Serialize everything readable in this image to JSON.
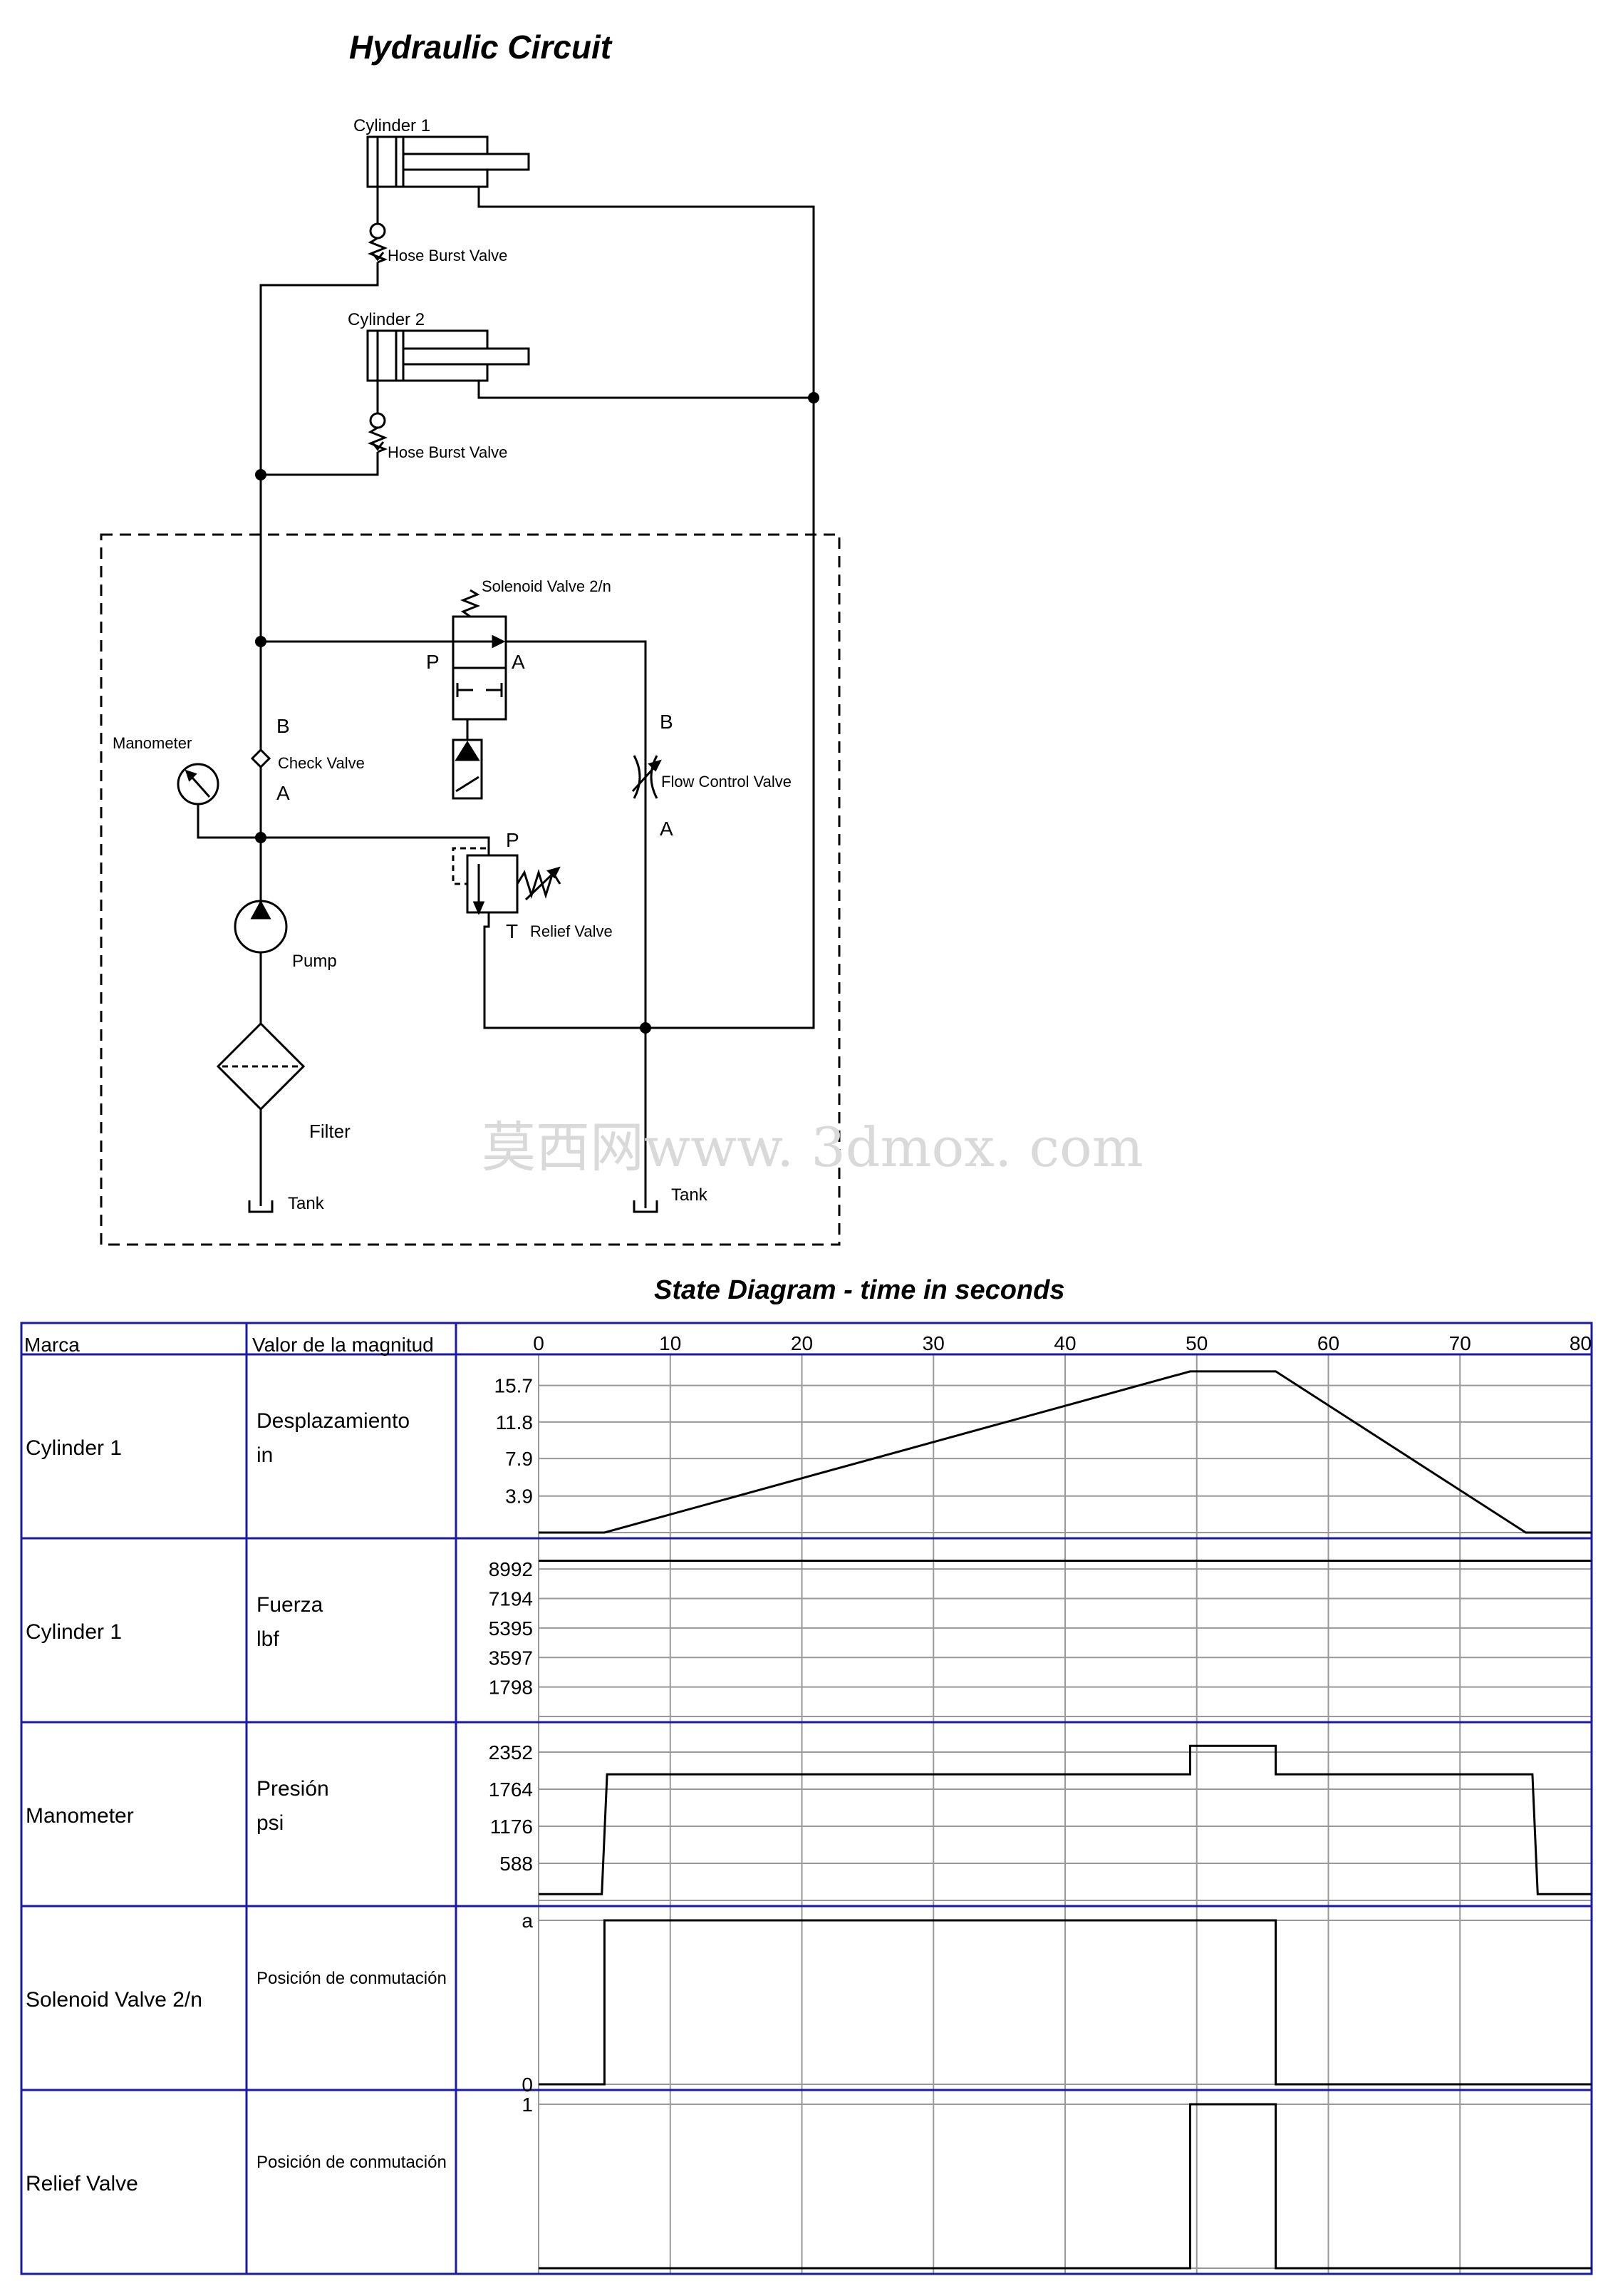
{
  "circuit": {
    "title": "Hydraulic  Circuit",
    "components": {
      "cylinder1": "Cylinder 1",
      "cylinder2": "Cylinder 2",
      "hose_burst_1": "Hose Burst Valve",
      "hose_burst_2": "Hose Burst Valve",
      "solenoid_valve": "Solenoid  Valve  2/n",
      "check_valve": "Check  Valve",
      "manometer": "Manometer",
      "pump": "Pump",
      "filter": "Filter",
      "tank_left": "Tank",
      "tank_right": "Tank",
      "relief_valve": "Relief  Valve",
      "flow_control": "Flow Control Valve"
    },
    "ports": {
      "sol_p": "P",
      "sol_a": "A",
      "check_b": "B",
      "check_a": "A",
      "flow_b": "B",
      "flow_a": "A",
      "relief_p": "P",
      "relief_t": "T"
    }
  },
  "watermark": "莫西网www. 3dmox. com",
  "state_diagram": {
    "title": "State Diagram - time in seconds",
    "headers": {
      "col1": "Marca",
      "col2": "Valor de la magnitud"
    },
    "rows": [
      {
        "marca": "Cylinder 1",
        "magnitude": "Desplazamiento",
        "unit": "in",
        "ticks": [
          "15.7",
          "11.8",
          "7.9",
          "3.9"
        ]
      },
      {
        "marca": "Cylinder 1",
        "magnitude": "Fuerza",
        "unit": "lbf",
        "ticks": [
          "8992",
          "7194",
          "5395",
          "3597",
          "1798"
        ]
      },
      {
        "marca": "Manometer",
        "magnitude": "Presión",
        "unit": "psi",
        "ticks": [
          "2352",
          "1764",
          "1176",
          "588"
        ]
      },
      {
        "marca": "Solenoid Valve 2/n",
        "magnitude": "Posición de conmutación",
        "unit": "",
        "ticks": [
          "a",
          "0"
        ]
      },
      {
        "marca": "Relief Valve",
        "magnitude": "Posición de conmutación",
        "unit": "",
        "ticks": [
          "1"
        ]
      }
    ]
  },
  "chart_data": {
    "type": "line",
    "title": "State Diagram - time in seconds",
    "xlabel": "",
    "x_ticks": [
      "0",
      "10",
      "20",
      "30",
      "40",
      "50",
      "60",
      "70",
      "80"
    ],
    "xlim": [
      0,
      80
    ],
    "series": [
      {
        "name": "Cylinder 1",
        "quantity": "Desplazamiento",
        "unit": "in",
        "ylim": [
          0,
          17.5
        ],
        "points": [
          [
            0,
            0
          ],
          [
            5,
            0
          ],
          [
            49.5,
            17.2
          ],
          [
            56,
            17.2
          ],
          [
            75,
            0
          ],
          [
            80,
            0
          ]
        ]
      },
      {
        "name": "Cylinder 1",
        "quantity": "Fuerza",
        "unit": "lbf",
        "ylim": [
          0,
          10000
        ],
        "points": [
          [
            0,
            9500
          ],
          [
            80,
            9500
          ]
        ]
      },
      {
        "name": "Manometer",
        "quantity": "Presión",
        "unit": "psi",
        "ylim": [
          0,
          2600
        ],
        "points": [
          [
            0,
            100
          ],
          [
            4.8,
            100
          ],
          [
            5.2,
            2000
          ],
          [
            49.5,
            2000
          ],
          [
            49.5,
            2450
          ],
          [
            56,
            2450
          ],
          [
            56,
            2000
          ],
          [
            75.5,
            2000
          ],
          [
            75.9,
            100
          ],
          [
            80,
            100
          ]
        ]
      },
      {
        "name": "Solenoid Valve 2/n",
        "quantity": "Posición de conmutación",
        "unit": "",
        "ylim": [
          0,
          1
        ],
        "points": [
          [
            0,
            0
          ],
          [
            5,
            0
          ],
          [
            5,
            1
          ],
          [
            56,
            1
          ],
          [
            56,
            0
          ],
          [
            80,
            0
          ]
        ]
      },
      {
        "name": "Relief Valve",
        "quantity": "Posición de conmutación",
        "unit": "",
        "ylim": [
          0,
          1
        ],
        "points": [
          [
            0,
            0
          ],
          [
            49.5,
            0
          ],
          [
            49.5,
            1
          ],
          [
            56,
            1
          ],
          [
            56,
            0
          ],
          [
            80,
            0
          ]
        ]
      }
    ]
  }
}
